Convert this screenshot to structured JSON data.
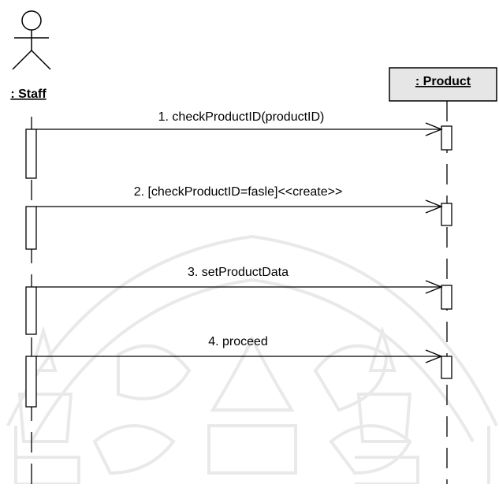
{
  "diagram": {
    "actor": {
      "label": ": Staff"
    },
    "object": {
      "label": ": Product"
    },
    "messages": [
      {
        "label": "1. checkProductID(productID)"
      },
      {
        "label": "2. [checkProductID=fasle]<<create>>"
      },
      {
        "label": "3. setProductData"
      },
      {
        "label": "4. proceed"
      }
    ],
    "colors": {
      "line": "#000000",
      "object_box_fill": "#e6e6e6",
      "watermark": "#8a8a8a",
      "background": "#ffffff"
    }
  }
}
